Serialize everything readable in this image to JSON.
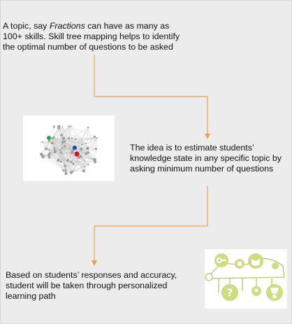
{
  "block1": {
    "line1_prefix": "A topic, say ",
    "line1_topic": "Fractions",
    "line1_suffix": " can have as many as",
    "line2": "100+ skills.  Skill tree mapping helps to identify",
    "line3": "the optimal number of questions to be asked"
  },
  "block2": {
    "line1": "The idea is to estimate students’",
    "line2": "knowledge state in any specific topic by",
    "line3": "asking minimum number of questions"
  },
  "block3": {
    "line1": "Based on students’ responses and accuracy,",
    "line2": "student will be taken through personalized",
    "line3": "learning path"
  },
  "icons": {
    "skill_network": "network-graph-icon",
    "learning_path": "learning-path-icon",
    "path_steps": [
      "key-icon",
      "puzzle-icon",
      "book-icon",
      "question-icon",
      "lightbulb-icon",
      "trophy-icon"
    ]
  },
  "colors": {
    "connector": "#f0a04b",
    "background": "#ececec",
    "path_circle": "#cfdc82",
    "path_line": "#b5c765",
    "network_node_gray": "#9e9e9e",
    "network_node_blue": "#1f3fb5",
    "network_node_red": "#d8121b",
    "network_node_green": "#2fa343"
  }
}
